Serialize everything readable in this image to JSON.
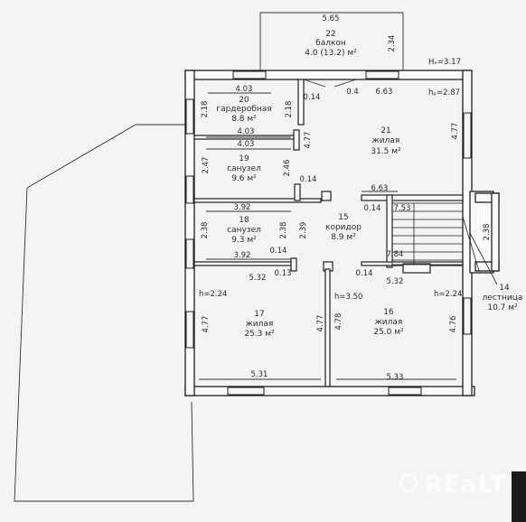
{
  "rooms": [
    {
      "id": "r22",
      "num": "22",
      "name": "балкон",
      "area": "4.0 (13.2) м²"
    },
    {
      "id": "r20",
      "num": "20",
      "name": "гардеробная",
      "area": "8.8 м²"
    },
    {
      "id": "r21",
      "num": "21",
      "name": "жилая",
      "area": "31.5 м²"
    },
    {
      "id": "r19",
      "num": "19",
      "name": "санузел",
      "area": "9.6 м²"
    },
    {
      "id": "r15",
      "num": "15",
      "name": "коридор",
      "area": "8.9 м²"
    },
    {
      "id": "r18",
      "num": "18",
      "name": "санузел",
      "area": "9.3 м²"
    },
    {
      "id": "r17",
      "num": "17",
      "name": "жилая",
      "area": "25.3 м²"
    },
    {
      "id": "r16",
      "num": "16",
      "name": "жилая",
      "area": "25.0 м²"
    },
    {
      "id": "r14",
      "num": "14",
      "name": "лестница",
      "area": "10.7 м²"
    }
  ],
  "heights": {
    "h_total": "Hₑ=3.17",
    "h_room21": "hₚ=2.87",
    "h_room17": "h=2.24",
    "h_room16": "h=2.24",
    "h_corridor": "h=3.50"
  },
  "dims": {
    "d1": "5.65",
    "d2": "2.34",
    "d3": "4.03",
    "d4": "2.18",
    "d5": "2.18",
    "d6": "0.14",
    "d7": "0.4",
    "d8": "6.63",
    "d9": "4.03",
    "d10": "4.03",
    "d11": "4.77",
    "d12": "4.77",
    "d13": "2.47",
    "d14": "2.46",
    "d15": "0.14",
    "d16": "6.63",
    "d17": "3.92",
    "d18": "0.14",
    "d19": "7.53",
    "d20": "2.38",
    "d21": "2.38",
    "d22": "2.39",
    "d23": "2.38",
    "d24": "0.14",
    "d25": "7.84",
    "d26": "3.92",
    "d27": "5.32",
    "d28": "0.13",
    "d29": "0.14",
    "d30": "5.32",
    "d31": "4.77",
    "d32": "4.77",
    "d33": "4.78",
    "d34": "4.76",
    "d35": "5.31",
    "d36": "5.33"
  },
  "watermark": "REaLT"
}
